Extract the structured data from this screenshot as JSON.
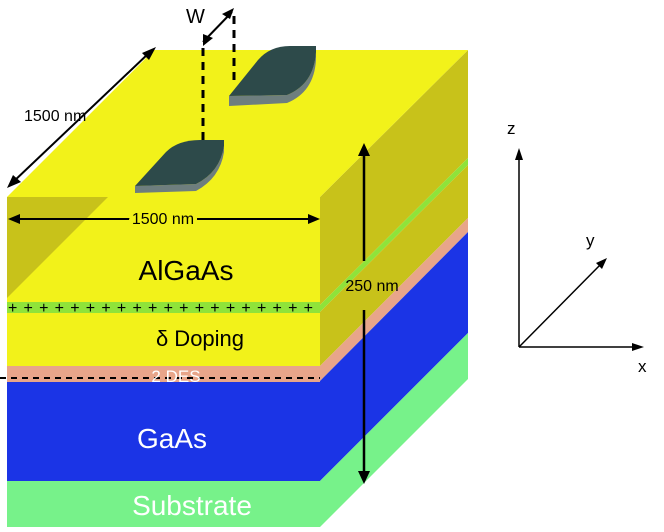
{
  "labels": {
    "width_w": "W",
    "top_depth": "1500 nm",
    "top_width": "1500 nm",
    "depth_total": "250 nm",
    "algaas": "AlGaAs",
    "delta_doping": "δ Doping",
    "two_des": "2 DES",
    "gaas": "GaAs",
    "substrate": "Substrate"
  },
  "axes": {
    "z": "z",
    "y": "y",
    "x": "x"
  },
  "doping_marks": "+ + + + + + + + + + + + + + + + + + + +",
  "colors": {
    "algaas_front": "#f2f21a",
    "algaas_top": "#f2f21a",
    "algaas_side": "#c8c21a",
    "delta_layer": "#8fe33a",
    "des_layer": "#e8a58a",
    "gaas_front": "#1b34e6",
    "gaas_side": "#1b34e6",
    "substrate": "#77f28a",
    "gate": "#2d4a4a",
    "gate_edge": "#6e7e7e"
  }
}
